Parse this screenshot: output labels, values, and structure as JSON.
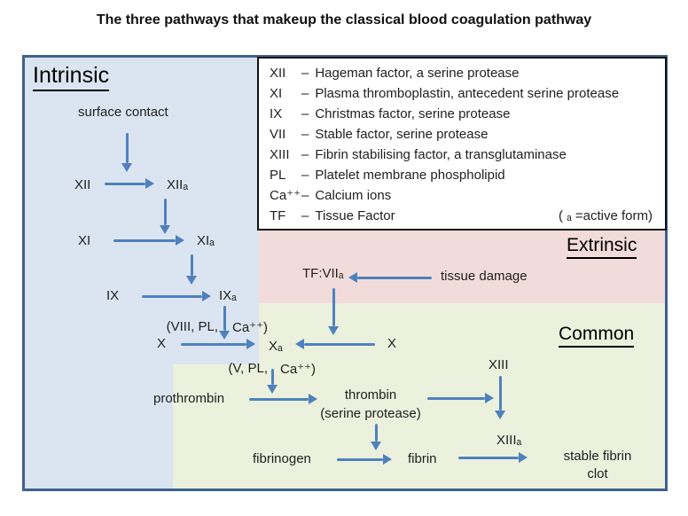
{
  "title": "The three pathways that makeup the classical blood coagulation pathway",
  "colors": {
    "intrinsic_bg": "#dbe5f1",
    "extrinsic_bg": "#f2dcdb",
    "common_bg": "#ebf1dd",
    "arrow": "#4f81bd",
    "frame": "#3f618c",
    "ink": "#1f1f1f"
  },
  "sections": {
    "intrinsic": "Intrinsic",
    "extrinsic": "Extrinsic",
    "common": "Common"
  },
  "legend": {
    "dash": "–",
    "items": [
      {
        "abbr": "XII",
        "desc": "Hageman factor, a serine protease"
      },
      {
        "abbr": "XI",
        "desc": "Plasma thromboplastin, antecedent serine protease"
      },
      {
        "abbr": "IX",
        "desc": "Christmas factor, serine protease"
      },
      {
        "abbr": "VII",
        "desc": "Stable factor, serine protease"
      },
      {
        "abbr": "XIII",
        "desc": "Fibrin stabilising factor, a transglutaminase"
      },
      {
        "abbr": "PL",
        "desc": "Platelet membrane phospholipid"
      },
      {
        "abbr": "Ca⁺⁺",
        "desc": "Calcium ions"
      },
      {
        "abbr": "TF",
        "desc": "Tissue Factor"
      }
    ],
    "note": "( ₐ =active form)"
  },
  "nodes": {
    "surface_contact": "surface contact",
    "xii": "XII",
    "xii_a": "XIIₐ",
    "xi": "XI",
    "xi_a": "XIₐ",
    "ix": "IX",
    "ix_a": "IXₐ",
    "cofactor_viii_left": "(VIII, PL,",
    "cofactor_viii_right": "Ca⁺⁺)",
    "x_left": "X",
    "x_a": "Xₐ",
    "x_right": "X",
    "tf_vii_a": "TF:VIIₐ",
    "tissue_damage": "tissue damage",
    "cofactor_v_left": "(V, PL,",
    "cofactor_v_right": "Ca⁺⁺)",
    "prothrombin": "prothrombin",
    "thrombin": "thrombin\n(serine protease)",
    "xiii": "XIII",
    "xiii_a": "XIIIₐ",
    "fibrinogen": "fibrinogen",
    "fibrin": "fibrin",
    "stable_clot": "stable fibrin\nclot"
  }
}
